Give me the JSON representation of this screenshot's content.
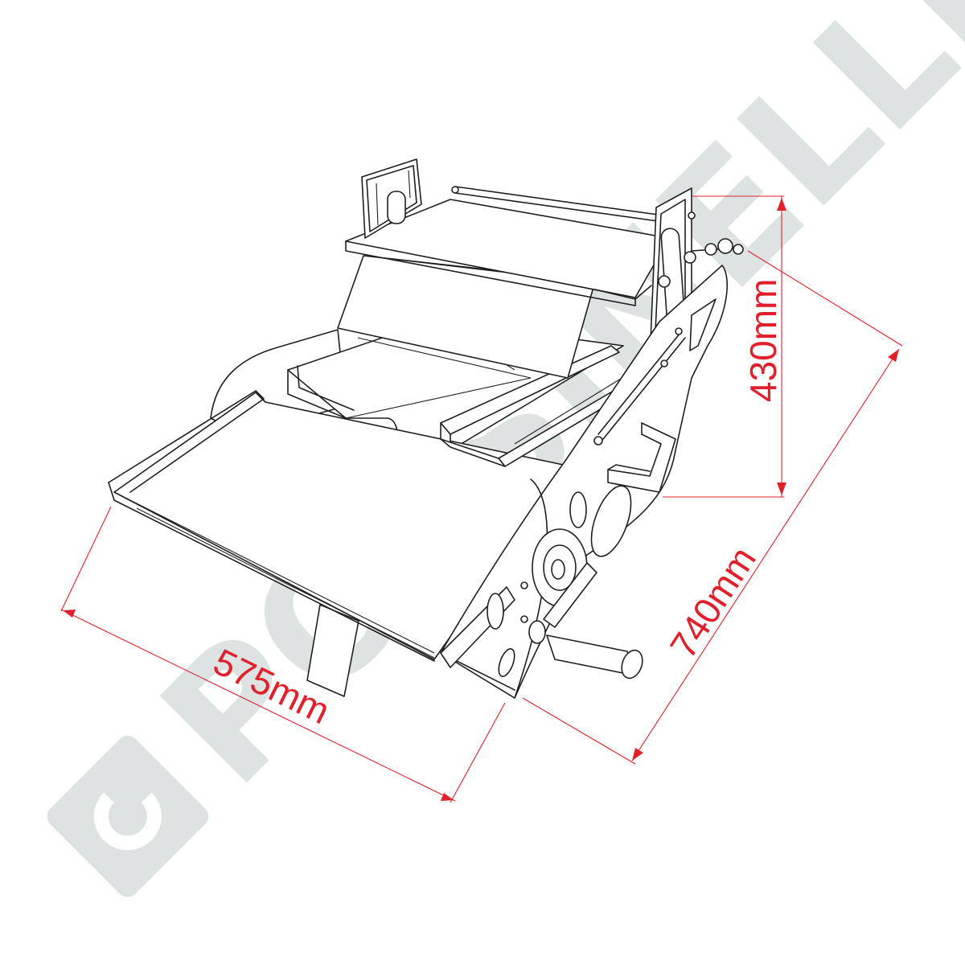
{
  "watermark": {
    "text": "POLSINELLI",
    "color": "#dde3e3"
  },
  "dimensions": {
    "height_label": "430mm",
    "depth_label": "740mm",
    "width_label": "575mm",
    "color": "#e0202a"
  }
}
